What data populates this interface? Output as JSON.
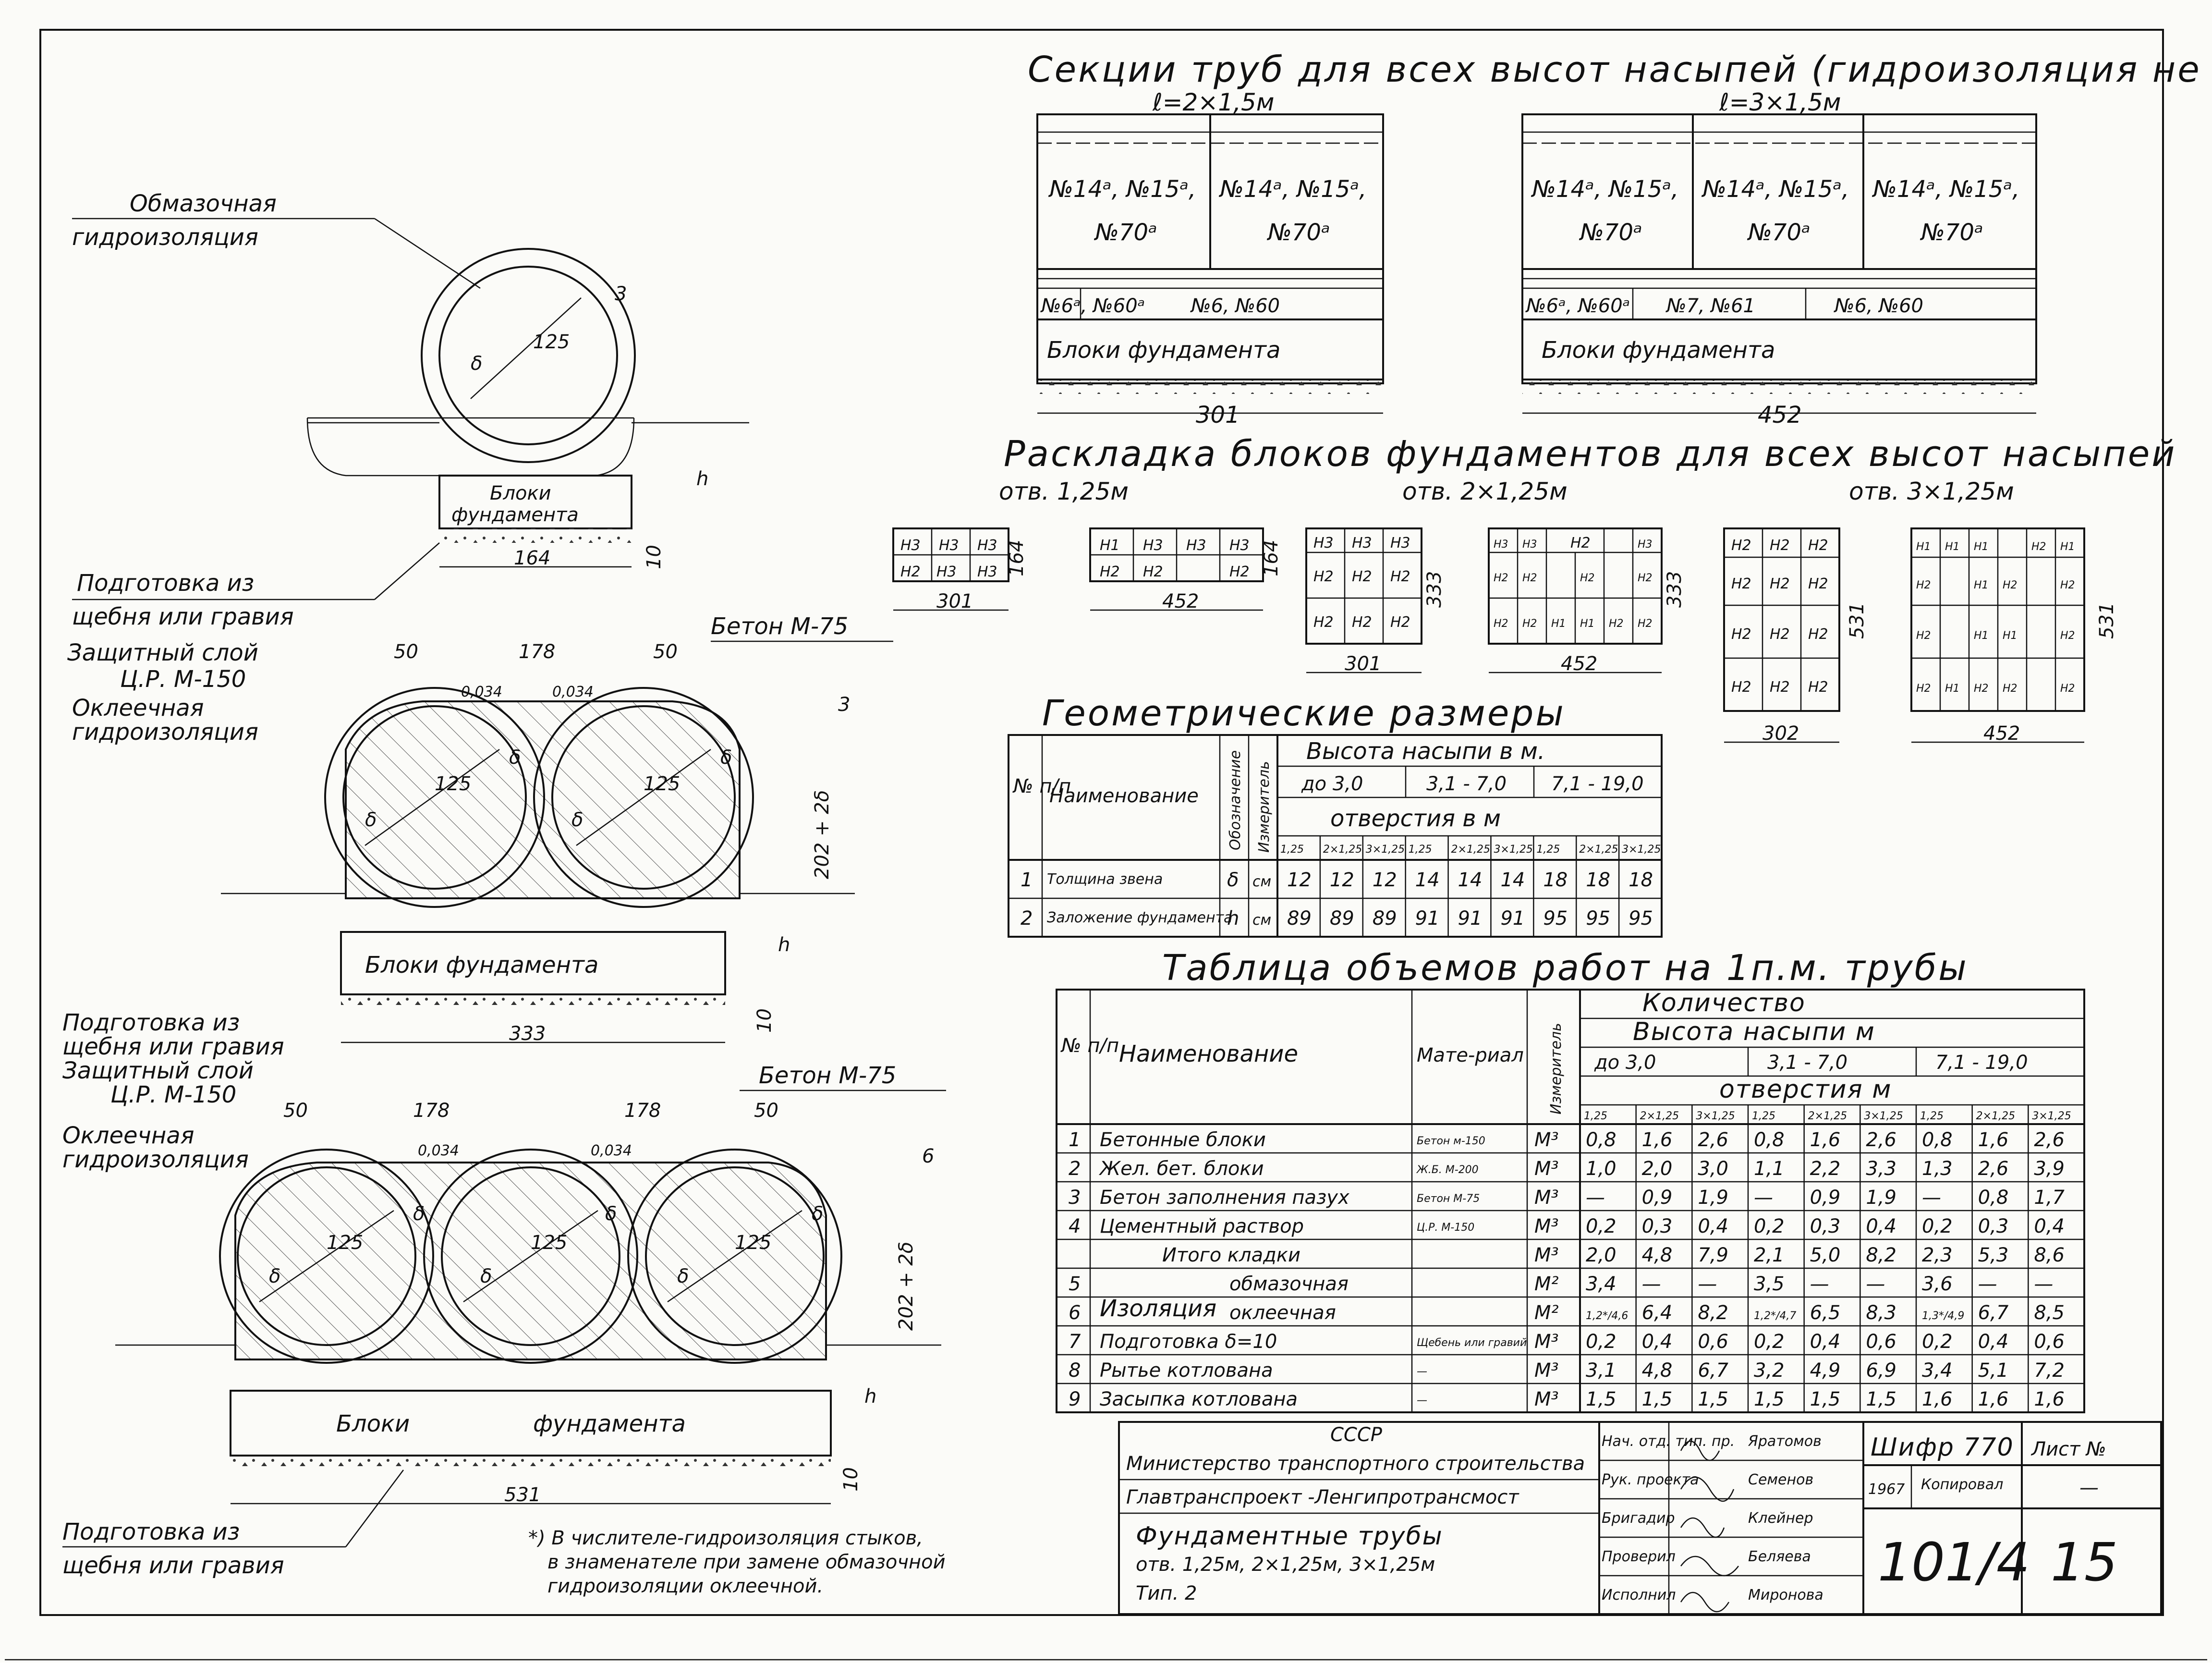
{
  "sections": {
    "title": "Секции труб для всех высот насыпей (гидроизоляция не показана)",
    "len2": "ℓ=2×1,5м",
    "len3": "ℓ=3×1,5м",
    "blocks_label": "Блоки фундамента",
    "cell_top": "№14ᵃ, №15ᵃ,",
    "cell_70": "№70ᵃ",
    "s2_bottom_left": "№6ᵃ, №60ᵃ",
    "s2_bottom_right": "№6, №60",
    "s3_bottom_1": "№6ᵃ, №60ᵃ",
    "s3_bottom_2": "№7, №61",
    "s3_bottom_3": "№6, №60",
    "dim_301": "301",
    "dim_452": "452"
  },
  "left_drawings": {
    "coating_label_1": "Обмазочная",
    "coating_label_2": "гидроизоляция",
    "prep_label_1": "Подготовка из",
    "prep_label_2": "щебня или гравия",
    "protect_label_1": "Защитный слой",
    "protect_label_2": "Ц.Р. М-150",
    "glued_label_1": "Оклеечная",
    "glued_label_2": "гидроизоляция",
    "concrete_label": "Бетон М-75",
    "blocks_small": "Блоки фундамента",
    "blocks_big": "Блоки фундамента",
    "blocks_word": "Блоки",
    "blocks_word2": "фундамента",
    "d125": "125",
    "delta": "δ",
    "h": "h",
    "dim_3": "3",
    "dim_6": "6",
    "dim_10": "10",
    "dim_164": "164",
    "dim_50": "50",
    "dim_178": "178",
    "dim_333": "333",
    "dim_531": "531",
    "dim_0034": "0,034",
    "dim_202": "202 + 2δ"
  },
  "layout": {
    "title": "Раскладка блоков фундаментов для всех высот насыпей",
    "otv1": "отв. 1,25м",
    "otv2": "отв. 2×1,25м",
    "otv3": "отв. 3×1,25м",
    "n1": "Н1",
    "n2": "Н2",
    "n3": "Н3",
    "dim_164": "164",
    "dim_301": "301",
    "dim_452": "452",
    "dim_333": "333",
    "dim_531": "531",
    "dim_302": "302"
  },
  "geom_table": {
    "title": "Геометрические размеры",
    "col_no": "№ п/п",
    "col_name": "Наименование",
    "col_designation": "Обозначение",
    "col_unit": "Измеритель",
    "height_header": "Высота насыпи в м.",
    "ranges": [
      "до 3,0",
      "3,1 - 7,0",
      "7,1 - 19,0"
    ],
    "openings_header": "отверстия в м",
    "openings": [
      "1,25",
      "2×1,25",
      "3×1,25",
      "1,25",
      "2×1,25",
      "3×1,25",
      "1,25",
      "2×1,25",
      "3×1,25"
    ],
    "rows": [
      {
        "no": "1",
        "name": "Толщина звена",
        "sym": "δ",
        "unit": "см",
        "vals": [
          "12",
          "12",
          "12",
          "14",
          "14",
          "14",
          "18",
          "18",
          "18"
        ]
      },
      {
        "no": "2",
        "name": "Заложение фундамента",
        "sym": "h",
        "unit": "см",
        "vals": [
          "89",
          "89",
          "89",
          "91",
          "91",
          "91",
          "95",
          "95",
          "95"
        ]
      }
    ]
  },
  "volume_table": {
    "title": "Таблица объемов работ на 1п.м. трубы",
    "col_no": "№ п/п",
    "col_name": "Наименование",
    "col_material": "Мате-риал",
    "col_unit": "Измеритель",
    "qty_header": "Количество",
    "height_header": "Высота насыпи м",
    "ranges": [
      "до 3,0",
      "3,1 - 7,0",
      "7,1 - 19,0"
    ],
    "openings_header": "отверстия м",
    "openings": [
      "1,25",
      "2×1,25",
      "3×1,25",
      "1,25",
      "2×1,25",
      "3×1,25",
      "1,25",
      "2×1,25",
      "3×1,25"
    ],
    "rows": [
      {
        "no": "1",
        "name": "Бетонные блоки",
        "mat": "Бетон м-150",
        "unit": "М³",
        "vals": [
          "0,8",
          "1,6",
          "2,6",
          "0,8",
          "1,6",
          "2,6",
          "0,8",
          "1,6",
          "2,6"
        ]
      },
      {
        "no": "2",
        "name": "Жел. бет. блоки",
        "mat": "Ж.Б. М-200",
        "unit": "М³",
        "vals": [
          "1,0",
          "2,0",
          "3,0",
          "1,1",
          "2,2",
          "3,3",
          "1,3",
          "2,6",
          "3,9"
        ]
      },
      {
        "no": "3",
        "name": "Бетон заполнения пазух",
        "mat": "Бетон М-75",
        "unit": "М³",
        "vals": [
          "—",
          "0,9",
          "1,9",
          "—",
          "0,9",
          "1,9",
          "—",
          "0,8",
          "1,7"
        ]
      },
      {
        "no": "4",
        "name": "Цементный раствор",
        "mat": "Ц.Р. М-150",
        "unit": "М³",
        "vals": [
          "0,2",
          "0,3",
          "0,4",
          "0,2",
          "0,3",
          "0,4",
          "0,2",
          "0,3",
          "0,4"
        ]
      },
      {
        "no": "",
        "name": "Итого кладки",
        "mat": "",
        "unit": "М³",
        "vals": [
          "2,0",
          "4,8",
          "7,9",
          "2,1",
          "5,0",
          "8,2",
          "2,3",
          "5,3",
          "8,6"
        ]
      },
      {
        "no": "5",
        "name": "обмазочная",
        "mat": "",
        "unit": "М²",
        "vals": [
          "3,4",
          "—",
          "—",
          "3,5",
          "—",
          "—",
          "3,6",
          "—",
          "—"
        ]
      },
      {
        "no": "6",
        "name": "оклеечная",
        "mat": "",
        "unit": "М²",
        "vals": [
          "1,2*/4,6",
          "6,4",
          "8,2",
          "1,2*/4,7",
          "6,5",
          "8,3",
          "1,3*/4,9",
          "6,7",
          "8,5"
        ]
      },
      {
        "no": "7",
        "name": "Подготовка δ=10",
        "mat": "Щебень или гравий",
        "unit": "М³",
        "vals": [
          "0,2",
          "0,4",
          "0,6",
          "0,2",
          "0,4",
          "0,6",
          "0,2",
          "0,4",
          "0,6"
        ]
      },
      {
        "no": "8",
        "name": "Рытье котлована",
        "mat": "—",
        "unit": "М³",
        "vals": [
          "3,1",
          "4,8",
          "6,7",
          "3,2",
          "4,9",
          "6,9",
          "3,4",
          "5,1",
          "7,2"
        ]
      },
      {
        "no": "9",
        "name": "Засыпка котлована",
        "mat": "—",
        "unit": "М³",
        "vals": [
          "1,5",
          "1,5",
          "1,5",
          "1,5",
          "1,5",
          "1,5",
          "1,6",
          "1,6",
          "1,6"
        ]
      }
    ],
    "isolation_label": "Изоляция"
  },
  "footnote": {
    "line1": "*) В числителе-гидроизоляция стыков,",
    "line2": "в знаменателе при замене обмазочной",
    "line3": "гидроизоляции оклеечной."
  },
  "stamp": {
    "org1": "СССР",
    "org2": "Министерство транспортного строительства",
    "org3": "Главтранспроект -Ленгипротрансмост",
    "title": "Фундаментные трубы",
    "subtitle": "отв. 1,25м,   2×1,25м,   3×1,25м",
    "type": "Тип. 2",
    "roles": [
      "Нач. отд. тип. пр.",
      "Рук. проекта",
      "Бригадир",
      "Проверил",
      "Исполнил"
    ],
    "names": [
      "Яратомов",
      "Семенов",
      "Клейнер",
      "Беляева",
      "Миронова"
    ],
    "cipher": "Шифр 770",
    "sheet_label": "Лист №",
    "year": "1967",
    "copied": "Копировал",
    "number": "101/4",
    "page": "15",
    "dash": "—"
  }
}
